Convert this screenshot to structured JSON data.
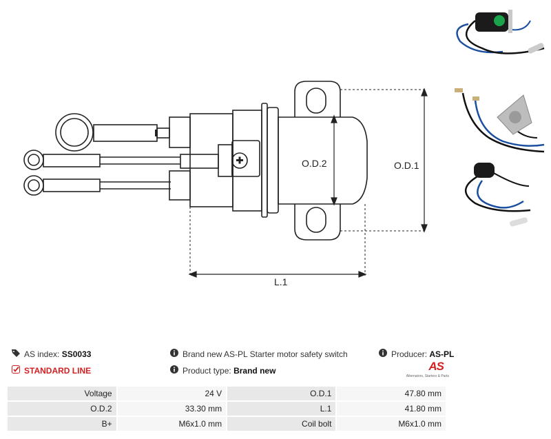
{
  "diagram": {
    "label_od2": "O.D.2",
    "label_od1": "O.D.1",
    "label_l1": "L.1"
  },
  "header": {
    "as_index_label": "AS index:",
    "as_index_value": "SS0033",
    "standard_line": "STANDARD LINE",
    "description": "Brand new AS-PL Starter motor safety switch",
    "product_type_label": "Product type:",
    "product_type_value": "Brand new",
    "producer_label": "Producer:",
    "producer_value": "AS-PL"
  },
  "logo": {
    "mark": "AS",
    "tagline": "Alternators, Starters & Parts"
  },
  "specs": [
    {
      "label": "Voltage",
      "value": "24 V",
      "label2": "O.D.1",
      "value2": "47.80 mm"
    },
    {
      "label": "O.D.2",
      "value": "33.30 mm",
      "label2": "L.1",
      "value2": "41.80 mm"
    },
    {
      "label": "B+",
      "value": "M6x1.0 mm",
      "label2": "Coil bolt",
      "value2": "M6x1.0 mm"
    }
  ],
  "colors": {
    "accent": "#d42020",
    "label_bg": "#e8e8e8",
    "value_bg": "#f6f6f6"
  }
}
